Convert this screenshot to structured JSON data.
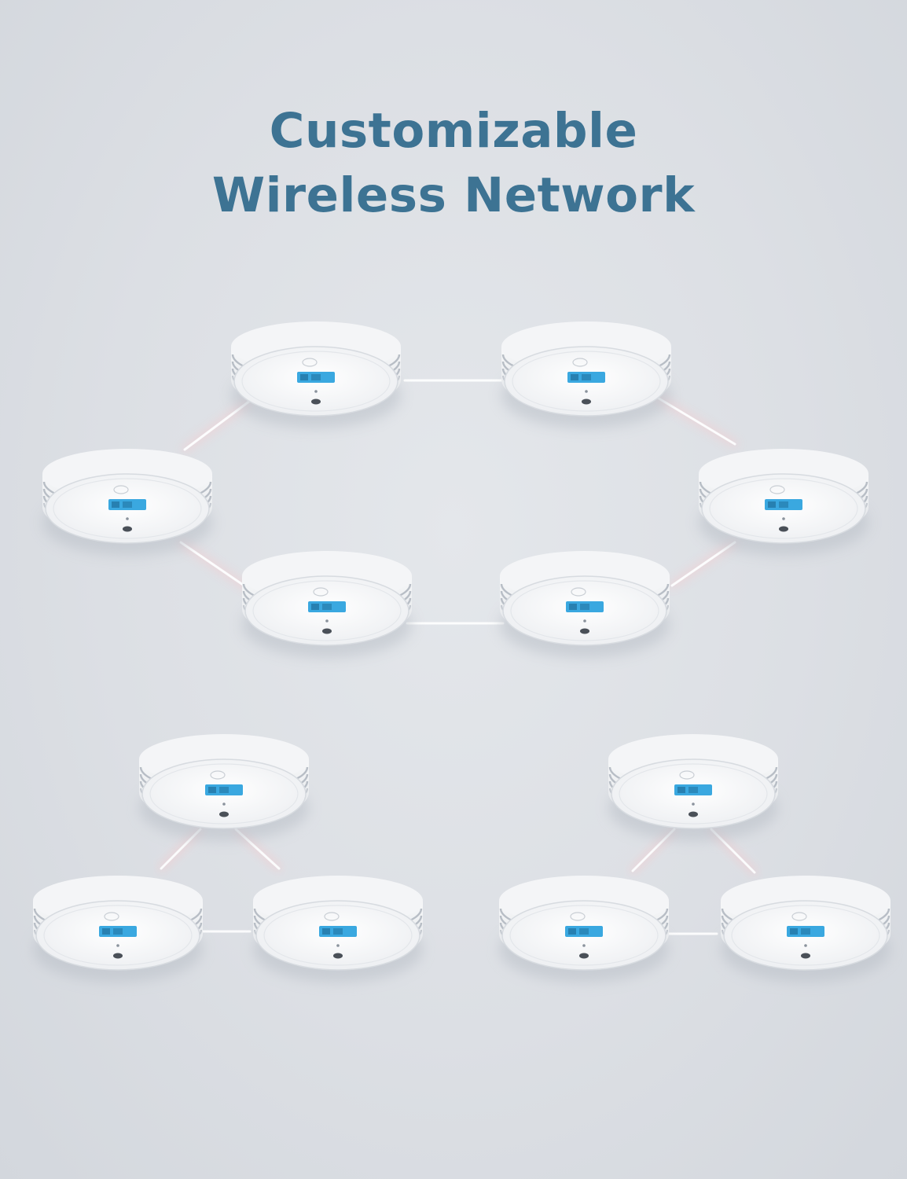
{
  "headline": {
    "line1": "Customizable",
    "line2": "Wireless Network"
  },
  "colors": {
    "background": "#dde1e6",
    "headline": "#3d7393",
    "detector_body": "#f3f4f6",
    "lcd_screen": "#3aa8e0",
    "link_glow": "#f4d6d8"
  },
  "networks": [
    {
      "name": "hexagon",
      "detector_count": 6
    },
    {
      "name": "triangle-left",
      "detector_count": 3
    },
    {
      "name": "triangle-right",
      "detector_count": 3
    }
  ]
}
